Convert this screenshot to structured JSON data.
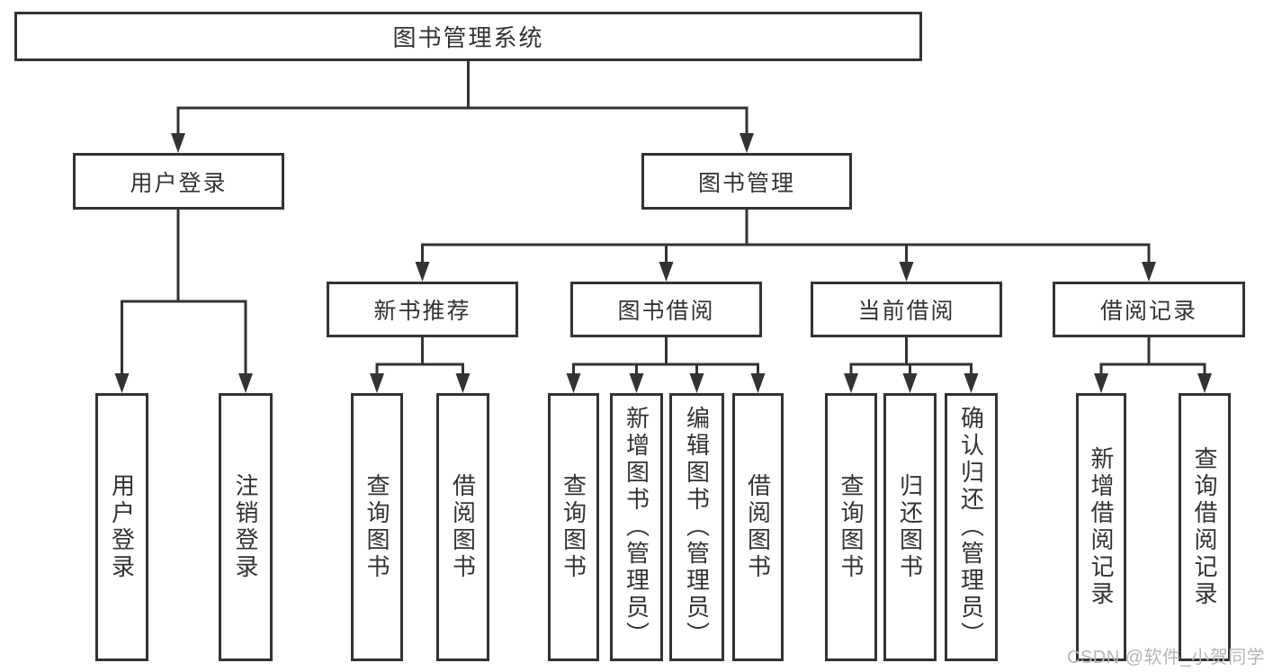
{
  "colors": {
    "line": "#333333",
    "text": "#333333",
    "watermark": "#b5b5b5",
    "background": "#ffffff"
  },
  "watermark": {
    "text": "CSDN @软件_小贺同学"
  },
  "tree": {
    "label": "图书管理系统",
    "children": [
      {
        "label": "用户登录",
        "children": [
          {
            "label": "用户登录"
          },
          {
            "label": "注销登录"
          }
        ]
      },
      {
        "label": "图书管理",
        "children": [
          {
            "label": "新书推荐",
            "children": [
              {
                "label": "查询图书"
              },
              {
                "label": "借阅图书"
              }
            ]
          },
          {
            "label": "图书借阅",
            "children": [
              {
                "label": "查询图书"
              },
              {
                "label": "新增图书（管理员）"
              },
              {
                "label": "编辑图书（管理员）"
              },
              {
                "label": "借阅图书"
              }
            ]
          },
          {
            "label": "当前借阅",
            "children": [
              {
                "label": "查询图书"
              },
              {
                "label": "归还图书"
              },
              {
                "label": "确认归还（管理员）"
              }
            ]
          },
          {
            "label": "借阅记录",
            "children": [
              {
                "label": "新增借阅记录"
              },
              {
                "label": "查询借阅记录"
              }
            ]
          }
        ]
      }
    ]
  }
}
